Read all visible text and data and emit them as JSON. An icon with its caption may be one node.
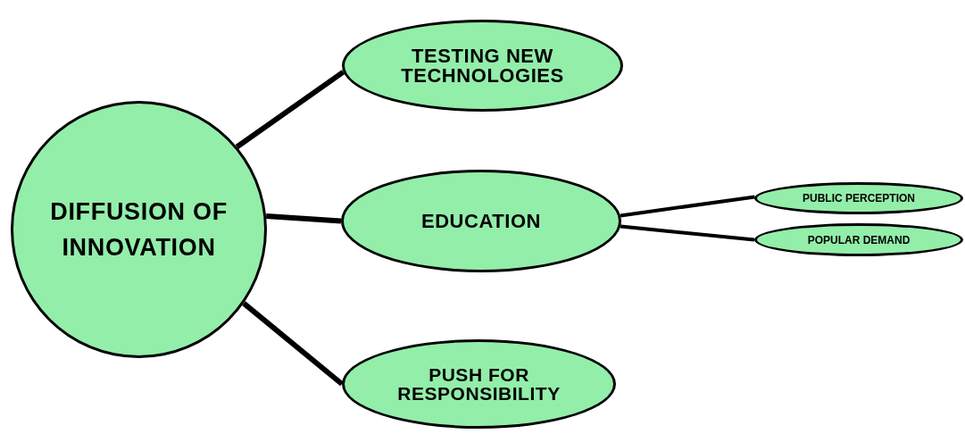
{
  "diagram": {
    "nodes": [
      {
        "text": [
          "DIFFUSION OF INNOVATION"
        ]
      },
      {
        "text": [
          "TESTING NEW TECHNOLOGIES"
        ]
      },
      {
        "text": [
          "EDUCATION"
        ]
      },
      {
        "text": [
          "PUSH FOR RESPONSIBILITY"
        ]
      },
      {
        "text": [
          "PUBLIC PERCEPTION"
        ]
      },
      {
        "text": [
          "POPULAR DEMAND"
        ]
      }
    ],
    "edges": [
      {
        "from": 0,
        "to": 1,
        "arrow": "none"
      },
      {
        "from": 0,
        "to": 2,
        "arrow": "none"
      },
      {
        "from": 0,
        "to": 3,
        "arrow": "none"
      },
      {
        "from": 2,
        "to": 4,
        "arrow": "none"
      },
      {
        "from": 2,
        "to": 5,
        "arrow": "none"
      }
    ]
  }
}
